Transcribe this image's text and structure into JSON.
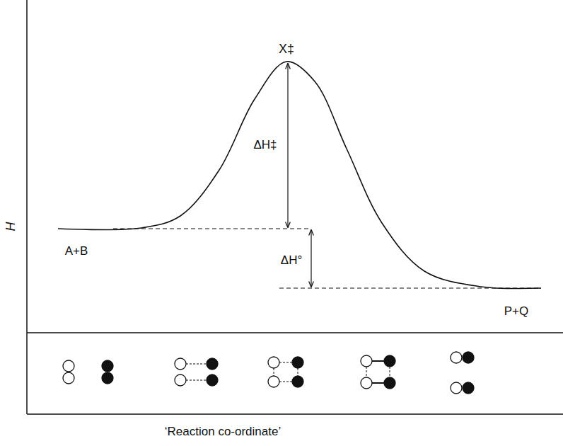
{
  "diagram": {
    "labels": [
      "H",
      "X‡",
      "ΔH‡",
      "A+B",
      "ΔH°",
      "P+Q",
      "‘Reaction co-ordinate’"
    ]
  }
}
